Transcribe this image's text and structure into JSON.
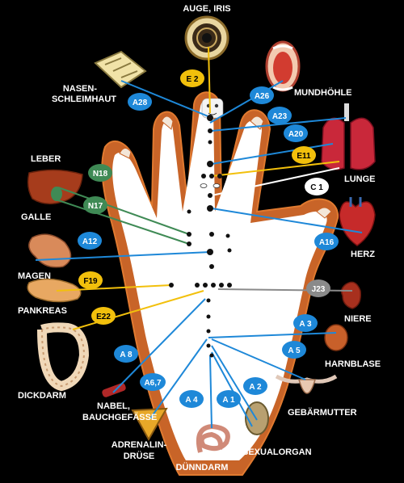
{
  "organs": {
    "auge_iris": "AUGE, IRIS",
    "nasen_1": "NASEN-",
    "nasen_2": "SCHLEIMHAUT",
    "mundhoehle": "MUNDHÖHLE",
    "leber": "LEBER",
    "galle": "GALLE",
    "lunge": "LUNGE",
    "magen": "MAGEN",
    "herz": "HERZ",
    "pankreas": "PANKREAS",
    "niere": "NIERE",
    "harnblase": "HARNBLASE",
    "dickdarm": "DICKDARM",
    "nabel_1": "NABEL,",
    "nabel_2": "BAUCHGEFÄSSE",
    "gebaermutter": "GEBÄRMUTTER",
    "adrenalin_1": "ADRENALIN-",
    "adrenalin_2": "DRÜSE",
    "sexualorgan": "SEXUALORGAN",
    "duenndarm": "DÜNNDARM"
  },
  "points": {
    "e2": "E 2",
    "a28": "A28",
    "a26": "A26",
    "a23": "A23",
    "a20": "A20",
    "e11": "E11",
    "c1": "C 1",
    "n18": "N18",
    "n17": "N17",
    "a12": "A12",
    "a16": "A16",
    "f19": "F19",
    "j23": "J23",
    "e22": "E22",
    "a3": "A 3",
    "a5": "A 5",
    "a8": "A 8",
    "a67": "A6,7",
    "a2": "A 2",
    "a4": "A 4",
    "a1": "A 1"
  },
  "colors": {
    "blue": "#1e88d8",
    "yellow": "#f2c00c",
    "green": "#3f8a55",
    "gray": "#8a8a8a",
    "white": "#ffffff",
    "hand_fill": "#ffffff",
    "hand_outline": "#c86428"
  }
}
